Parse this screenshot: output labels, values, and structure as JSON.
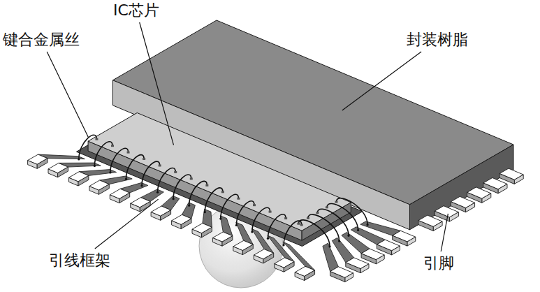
{
  "diagram": {
    "labels": [
      "键合金属丝",
      "IC芯片",
      "封装树脂",
      "引线框架",
      "引脚"
    ]
  }
}
